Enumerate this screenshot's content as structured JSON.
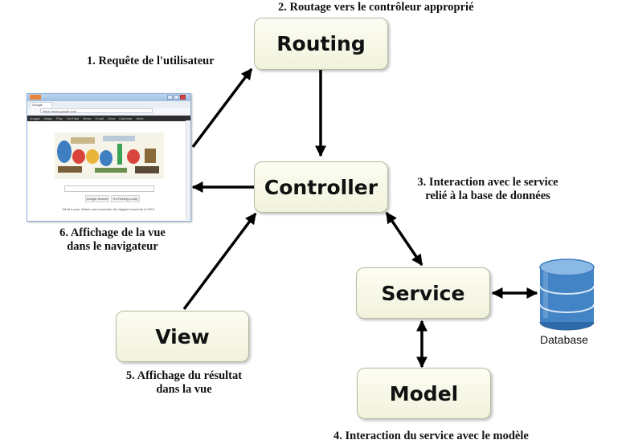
{
  "boxes": {
    "routing": "Routing",
    "controller": "Controller",
    "service": "Service",
    "view": "View",
    "model": "Model"
  },
  "labels": {
    "step1": "1. Requête de l'utilisateur",
    "step2": "2. Routage vers le contrôleur approprié",
    "step3_line1": "3. Interaction avec le service",
    "step3_line2": "relié à la base de données",
    "step4": "4. Interaction du service avec le modèle",
    "step5_line1": "5. Affichage du résultat",
    "step5_line2": "dans la vue",
    "step6_line1": "6. Affichage de la vue",
    "step6_line2": "dans le navigateur"
  },
  "database": {
    "label": "Database",
    "icon": "database-cylinder-icon",
    "color": "#3d7bbd"
  },
  "browser": {
    "tab": "Google",
    "url": "https://www.google.com",
    "nav_items": [
      "Images",
      "Maps",
      "Play",
      "YouTube",
      "News",
      "Gmail",
      "Drive",
      "Calendar",
      "More"
    ],
    "buttons": [
      "Google Search",
      "I'm Feeling Lucky"
    ],
    "footer": "What a year. Watch and remember the biggest moments of 2012."
  }
}
